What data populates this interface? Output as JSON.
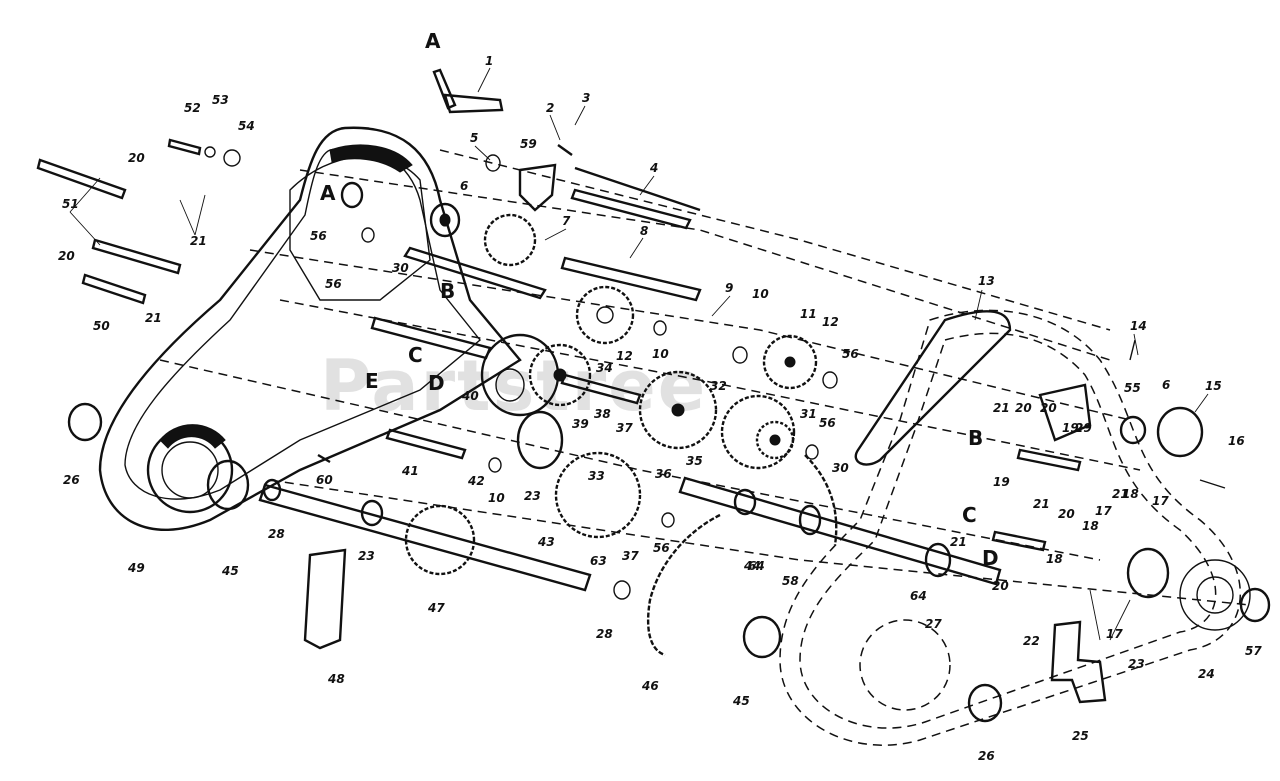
{
  "watermark": "Partstree",
  "callouts": [
    "1",
    "2",
    "3",
    "4",
    "5",
    "6",
    "7",
    "8",
    "9",
    "10",
    "10",
    "10",
    "11",
    "12",
    "12",
    "13",
    "14",
    "15",
    "16",
    "17",
    "17",
    "17",
    "18",
    "18",
    "18",
    "19",
    "19",
    "20",
    "20",
    "20",
    "20",
    "20",
    "20",
    "21",
    "21",
    "21",
    "21",
    "21",
    "21",
    "22",
    "23",
    "23",
    "23",
    "24",
    "25",
    "26",
    "26",
    "27",
    "28",
    "28",
    "29",
    "30",
    "30",
    "31",
    "32",
    "33",
    "34",
    "35",
    "36",
    "37",
    "37",
    "38",
    "39",
    "40",
    "41",
    "42",
    "43",
    "44",
    "45",
    "45",
    "46",
    "47",
    "48",
    "49",
    "50",
    "51",
    "52",
    "53",
    "54",
    "55",
    "56",
    "56",
    "56",
    "56",
    "56",
    "57",
    "58",
    "59",
    "60",
    "63",
    "64",
    "64",
    "6"
  ],
  "reference_letters": [
    "A",
    "A",
    "B",
    "B",
    "C",
    "C",
    "D",
    "D",
    "E"
  ]
}
